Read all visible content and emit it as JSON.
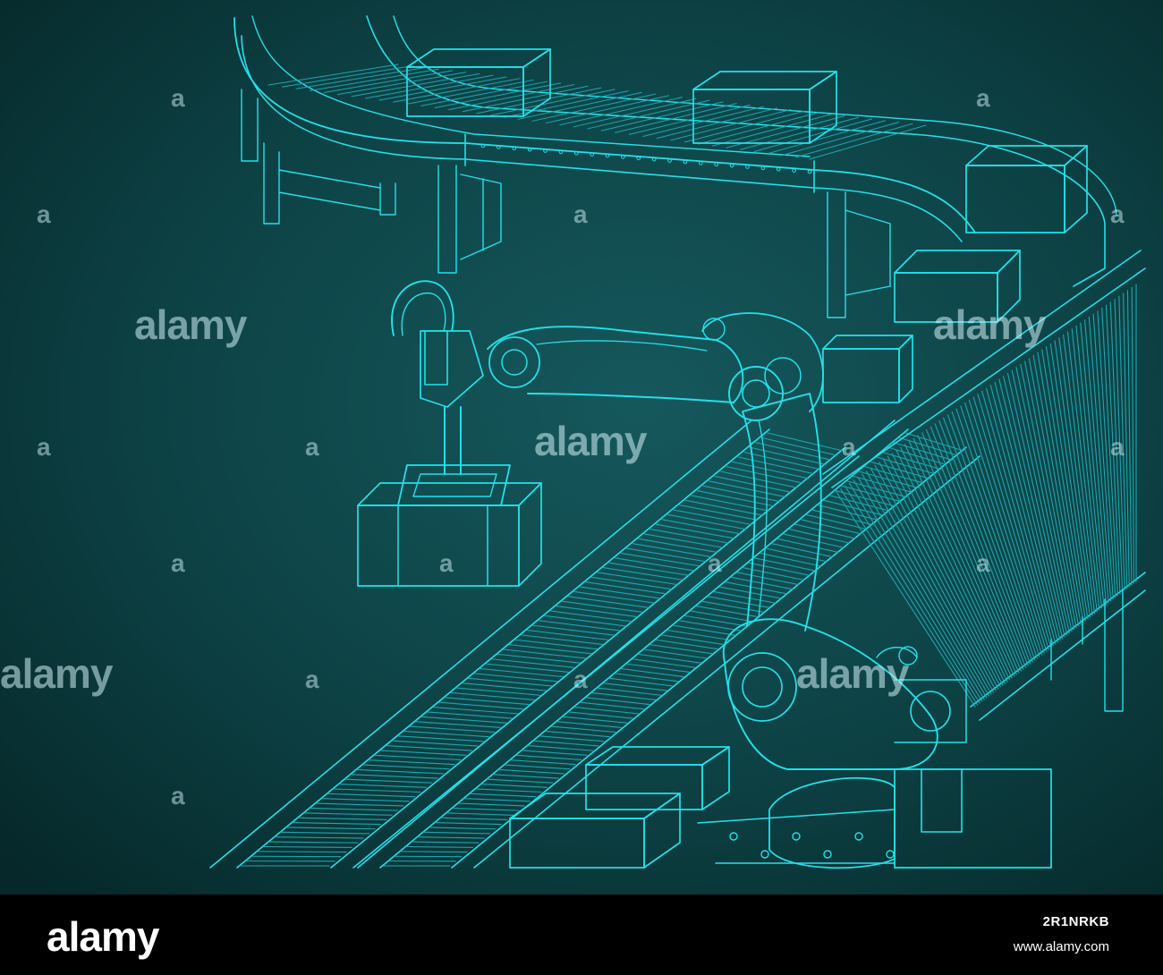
{
  "image": {
    "subject": "Blueprint illustration of an industrial robot arm over conveyor belts",
    "palette": {
      "line": "#22e0ea",
      "line_dim": "#1aa7b0",
      "background_center": "#15585c",
      "background_edge": "#06282a",
      "footer_bg": "#000000",
      "footer_text": "#ffffff"
    }
  },
  "watermark": {
    "logo_text": "alamy",
    "small_glyph": "a"
  },
  "footer": {
    "logo": "alamy",
    "image_id": "2R1NRKB",
    "url": "www.alamy.com"
  }
}
